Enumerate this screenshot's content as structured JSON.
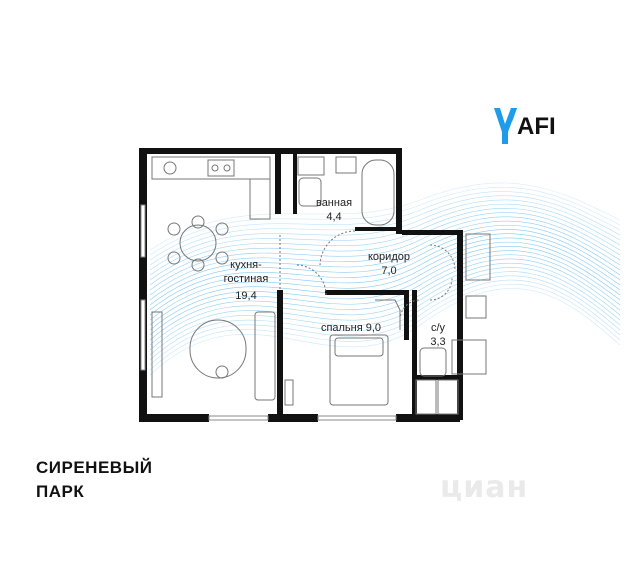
{
  "brand": {
    "logo_text": "AFI",
    "accent_color": "#1e9be9",
    "wave_color": "#5bb8ee"
  },
  "project": {
    "line1": "СИРЕНЕВЫЙ",
    "line2": "ПАРК"
  },
  "watermark": "циан",
  "rooms": {
    "kitchen": {
      "name1": "кухня-",
      "name2": "гостиная",
      "area": "19,4"
    },
    "bathroom": {
      "name": "ванная",
      "area": "4,4"
    },
    "corridor": {
      "name": "коридор",
      "area": "7,0"
    },
    "bedroom": {
      "name": "спальня 9,0"
    },
    "wc": {
      "name": "с/у",
      "area": "3,3"
    }
  }
}
